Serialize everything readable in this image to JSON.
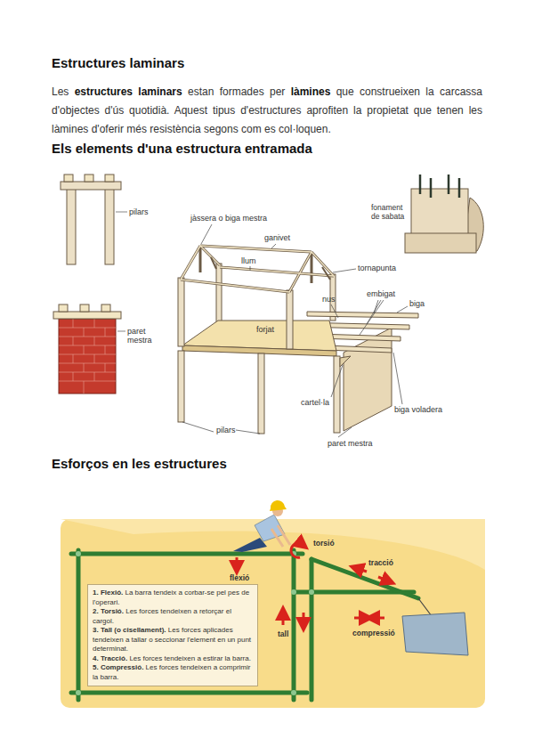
{
  "diagram": {
    "nodes": [
      {
        "text": [
          "1. Flexió.",
          "La barra tendeix a corbar-se pel pes de l'operari.",
          "2. Torsió.",
          "Les forces tendeixen a retorçar el cargol.",
          "3. Tall (o cisellament).",
          "Les forces aplicades tendeixen a tallar o seccionar l'element en un punt determinat.",
          "4. Tracció.",
          "Les forces tendeixen a estirar la barra.",
          "5. Compressió.",
          "Les forces tendeixen a comprimir la barra."
        ]
      }
    ],
    "labels": [
      "Estructures laminars",
      "Les",
      "estructures laminars",
      "estan formades per",
      "làmines",
      "que construeixen la carcassa d'objectes d'ús quotidià. Aquest tipus d'estructures aprofiten la propietat que tenen les làmines d'oferir més resistència segons com es col·loquen.",
      "Els elements d'una estructura entramada",
      "pilars",
      "paret mestra",
      "jàssera o biga mestra",
      "ganivet",
      "llum",
      "tornapunta",
      "nus",
      "embigat",
      "biga",
      "forjat",
      "cartel·la",
      "biga voladera",
      "pilars",
      "paret mestra",
      "fonament de sabata",
      "Esforços en les estructures",
      "torsió",
      "tracció",
      "flexió",
      "tall",
      "compressió"
    ]
  }
}
